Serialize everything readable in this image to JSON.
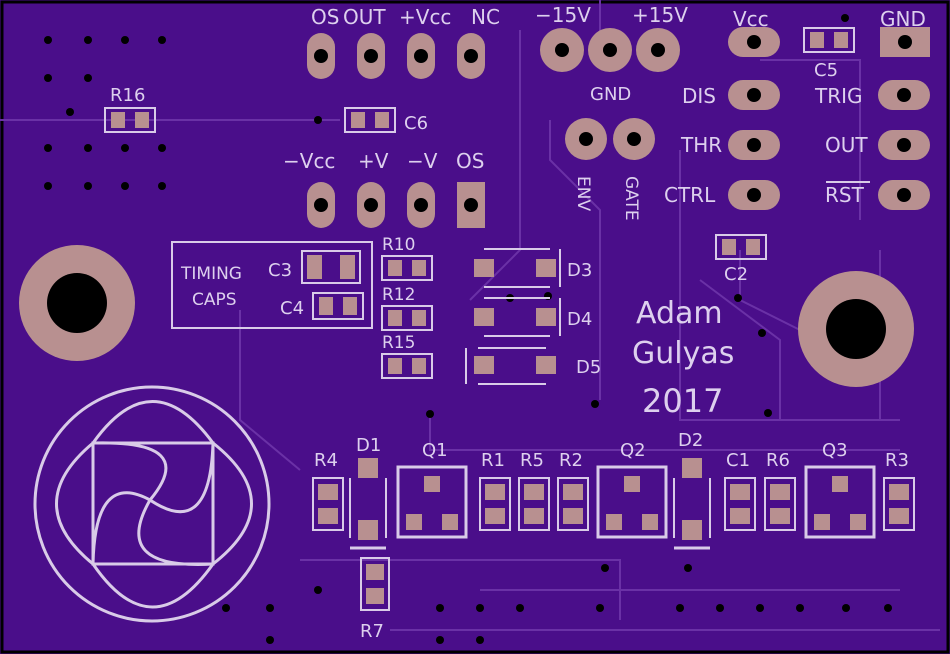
{
  "board": {
    "bg": "#4a0e8a",
    "silk": "#d9cbe8",
    "copper": "#b89090",
    "author_first": "Adam",
    "author_last": "Gulyas",
    "year": "2017"
  },
  "labels": {
    "os_top": "OS",
    "out_top": "OUT",
    "vcc_top": "+Vcc",
    "nc_top": "NC",
    "m15": "−15V",
    "p15": "+15V",
    "vcc": "Vcc",
    "gnd_tr": "GND",
    "gnd_mid": "GND",
    "dis": "DIS",
    "thr": "THR",
    "ctrl": "CTRL",
    "trig": "TRIG",
    "out_r": "OUT",
    "rst": "RST",
    "env": "ENV",
    "gate": "GATE",
    "mvcc": "−Vcc",
    "pv": "+V",
    "mv": "−V",
    "os_b": "OS",
    "timing": "TIMING",
    "caps": "CAPS"
  },
  "parts": {
    "r16": "R16",
    "c6": "C6",
    "c5": "C5",
    "c2": "C2",
    "c3": "C3",
    "c4": "C4",
    "r10": "R10",
    "r12": "R12",
    "r15": "R15",
    "d3": "D3",
    "d4": "D4",
    "d5": "D5",
    "r4": "R4",
    "d1": "D1",
    "q1": "Q1",
    "r1": "R1",
    "r5": "R5",
    "r2": "R2",
    "q2": "Q2",
    "d2": "D2",
    "c1": "C1",
    "r6": "R6",
    "q3": "Q3",
    "r3": "R3",
    "r7": "R7"
  }
}
